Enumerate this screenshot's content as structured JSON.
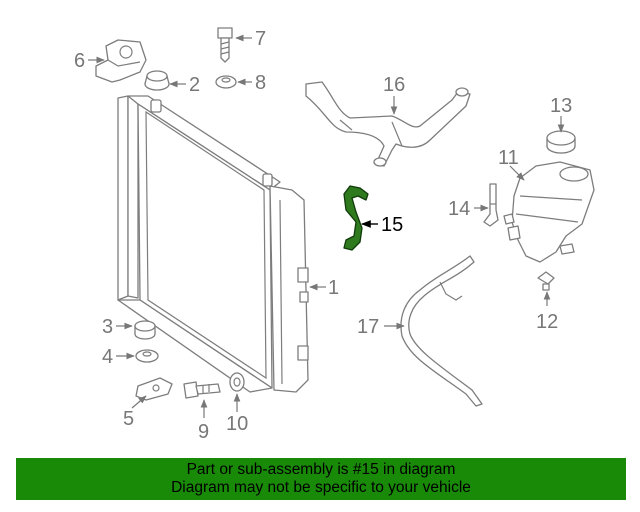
{
  "callouts": {
    "c1": "1",
    "c2": "2",
    "c3": "3",
    "c4": "4",
    "c5": "5",
    "c6": "6",
    "c7": "7",
    "c8": "8",
    "c9": "9",
    "c10": "10",
    "c11": "11",
    "c12": "12",
    "c13": "13",
    "c14": "14",
    "c15": "15",
    "c16": "16",
    "c17": "17"
  },
  "highlighted_part": "15",
  "colors": {
    "highlight_part": "#2f7a1f",
    "banner": "#198a08",
    "linework": "#7d7d7d"
  },
  "banner": {
    "line1": "Part or sub-assembly is #15 in diagram",
    "line2": "Diagram may not be specific to your vehicle"
  }
}
